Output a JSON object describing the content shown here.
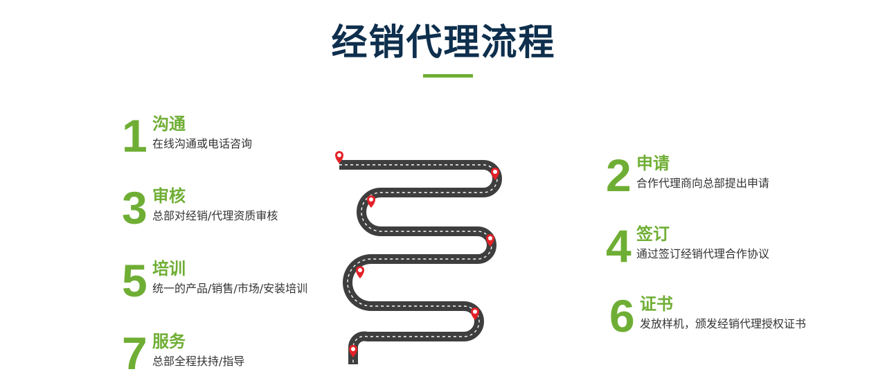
{
  "title": "经销代理流程",
  "colors": {
    "accent": "#6fae34",
    "title": "#0e2f4d",
    "road": "#3e3e3e",
    "pin": "#e32228"
  },
  "steps": [
    {
      "num": "1",
      "name": "沟通",
      "desc": "在线沟通或电话咨询"
    },
    {
      "num": "2",
      "name": "申请",
      "desc": "合作代理商向总部提出申请"
    },
    {
      "num": "3",
      "name": "审核",
      "desc": "总部对经销/代理资质审核"
    },
    {
      "num": "4",
      "name": "签订",
      "desc": "通过签订经销代理合作协议"
    },
    {
      "num": "5",
      "name": "培训",
      "desc": "统一的产品/销售/市场/安装培训"
    },
    {
      "num": "6",
      "name": "证书",
      "desc": "发放样机，颁发经销代理授权证书"
    },
    {
      "num": "7",
      "name": "服务",
      "desc": "总部全程扶持/指导"
    }
  ],
  "road": {
    "icon": "winding-road",
    "pin_icon": "map-pin-icon"
  }
}
